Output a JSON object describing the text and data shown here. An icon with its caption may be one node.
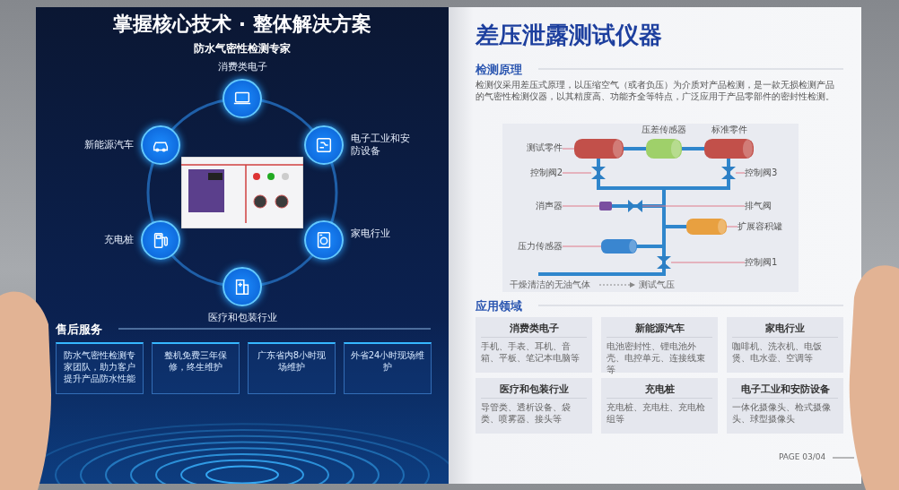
{
  "diagram": {
    "title": "掌握核心技术 · 整体解决方案",
    "nodes": [
      {
        "text": [],
        "shape": "picture"
      },
      {
        "text": [
          "消费类电子"
        ]
      },
      {
        "text": [
          "电子工业和安防设备"
        ]
      },
      {
        "text": [
          "家电行业"
        ]
      },
      {
        "text": [
          "医疗和包装行业"
        ]
      },
      {
        "text": [
          "充电桩"
        ]
      },
      {
        "text": [
          "新能源汽车"
        ]
      },
      {
        "text": [
          "防水气密性检测专家团队，助力客户提升产品防水性能"
        ]
      },
      {
        "text": [
          "整机免费三年保修，终生维护"
        ]
      },
      {
        "text": [
          "广东省内8小时现场维护"
        ]
      },
      {
        "text": [
          "外省24小时现场维护"
        ]
      },
      {
        "text": [
          "测试零件"
        ]
      },
      {
        "text": [],
        "shape": "cylinder"
      },
      {
        "text": [
          "压差传感器"
        ]
      },
      {
        "text": [
          "标准零件"
        ]
      },
      {
        "text": [
          "控制阀2"
        ]
      },
      {
        "text": [],
        "shape": "valve"
      },
      {
        "text": [
          "控制阀3"
        ]
      },
      {
        "text": [],
        "shape": "valve"
      },
      {
        "text": [
          "消声器"
        ]
      },
      {
        "text": [],
        "shape": "box"
      },
      {
        "text": [],
        "shape": "valve"
      },
      {
        "text": [
          "排气阀"
        ]
      },
      {
        "text": [],
        "shape": "cylinder"
      },
      {
        "text": [
          "扩展容积罐"
        ]
      },
      {
        "text": [
          "压力传感器"
        ]
      },
      {
        "text": [],
        "shape": "cylinder"
      },
      {
        "text": [],
        "shape": "valve"
      },
      {
        "text": [
          "控制阀1"
        ]
      },
      {
        "text": [
          "消费类电子",
          "手机、手表、耳机、音箱、平板、笔记本电脑等"
        ]
      },
      {
        "text": [
          "新能源汽车",
          "电池密封性、锂电池外壳、电控单元、连接线束等"
        ]
      },
      {
        "text": [
          "家电行业",
          "咖啡机、洗衣机、电饭煲、电水壶、空调等"
        ]
      },
      {
        "text": [
          "医疗和包装行业",
          "导管类、透析设备、袋类、喷雾器、接头等"
        ]
      },
      {
        "text": [
          "充电桩",
          "充电桩、充电柱、充电枪组等"
        ]
      },
      {
        "text": [
          "电子工业和安防设备",
          "一体化摄像头、枪式摄像头、球型摄像头"
        ]
      }
    ],
    "edges": [
      {
        "from": 11,
        "to": 12,
        "arrow": "none"
      },
      {
        "from": 15,
        "to": 16,
        "arrow": "none"
      },
      {
        "from": 17,
        "to": 18,
        "arrow": "none"
      },
      {
        "from": 19,
        "to": 20,
        "arrow": "none"
      },
      {
        "from": 22,
        "to": 21,
        "arrow": "none"
      },
      {
        "from": 24,
        "to": 23,
        "arrow": "none"
      },
      {
        "from": 25,
        "to": 26,
        "arrow": "none"
      },
      {
        "from": 28,
        "to": 27,
        "arrow": "none"
      }
    ],
    "labels": [
      "防水气密性检测专家",
      "售后服务",
      "差压泄露测试仪器",
      "检测原理",
      "检测仪采用差压式原理，以压缩空气（或者负压）为介质对产品检测，是一款无损检测产品的气密性检测仪器，以其精度高、功能齐全等特点，广泛应用于产品零部件的密封性检测。",
      "干燥清洁的无油气体",
      "测试气压",
      "应用领域",
      "PAGE 03/04"
    ]
  }
}
